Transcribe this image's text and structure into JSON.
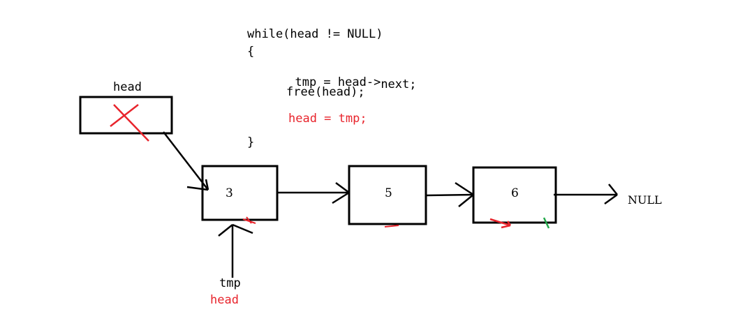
{
  "code": {
    "line1": "while(head != NULL)",
    "line2": "{",
    "line3_a": "tmp = head->",
    "line3_b": "next;",
    "line4": "free(head);",
    "line5": "head = tmp;",
    "line6": "}"
  },
  "labels": {
    "head_top": "head",
    "tmp": "tmp",
    "head_bottom": "head",
    "null": "NULL"
  },
  "nodes": [
    {
      "value": "3"
    },
    {
      "value": "5"
    },
    {
      "value": "6"
    }
  ],
  "colors": {
    "ink": "#000000",
    "red": "#e8242c",
    "green": "#22a84a"
  }
}
